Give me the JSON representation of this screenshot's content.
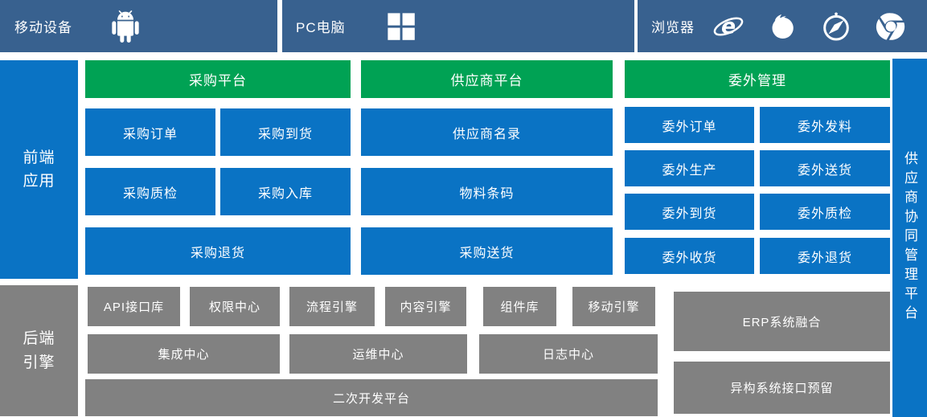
{
  "colors": {
    "top_bar_bg": "#38618F",
    "box_blue": "#0A73C4",
    "header_green": "#00A254",
    "box_gray": "#818181",
    "text": "#FFFFFF",
    "page_bg": "#FFFFFF"
  },
  "top_bar": {
    "devices": {
      "label": "移动设备",
      "icon": "android-icon"
    },
    "pc": {
      "label": "PC电脑",
      "icon": "windows-icon"
    },
    "browsers": {
      "label": "浏览器",
      "icons": [
        "ie-icon",
        "firefox-icon",
        "safari-icon",
        "chrome-icon"
      ]
    }
  },
  "frontend": {
    "sidebar_label": "前端应用",
    "procurement": {
      "header": "采购平台",
      "boxes": [
        "采购订单",
        "采购到货",
        "采购质检",
        "采购入库",
        "采购退货"
      ]
    },
    "supplier": {
      "header": "供应商平台",
      "boxes": [
        "供应商名录",
        "物料条码",
        "采购送货"
      ]
    },
    "outsourcing": {
      "header": "委外管理",
      "boxes": [
        "委外订单",
        "委外发料",
        "委外生产",
        "委外送货",
        "委外到货",
        "委外质检",
        "委外收货",
        "委外退货"
      ]
    }
  },
  "right_bar": {
    "label": "供应商协同管理平台"
  },
  "backend": {
    "sidebar_label": "后端引擎",
    "engines_row1": [
      "API接口库",
      "权限中心",
      "流程引擎",
      "内容引擎",
      "组件库",
      "移动引擎"
    ],
    "engines_row2": [
      "集成中心",
      "运维中心",
      "日志中心"
    ],
    "dev_platform": "二次开发平台",
    "erp_integration": "ERP系统融合",
    "hetero_interface": "异构系统接口预留"
  }
}
